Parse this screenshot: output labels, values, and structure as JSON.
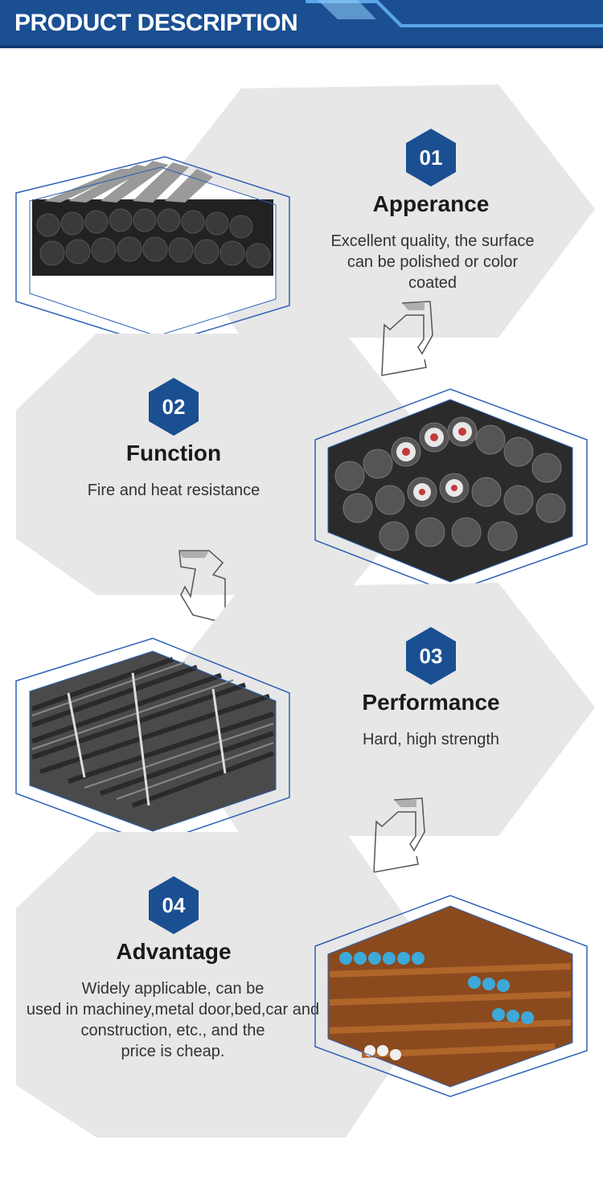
{
  "header": {
    "title": "PRODUCT DESCRIPTION"
  },
  "colors": {
    "brand_blue": "#1a4f92",
    "frame_blue": "#2d61b6",
    "bg_gray": "#e7e7e7"
  },
  "items": [
    {
      "number": "01",
      "title": "Apperance",
      "description": [
        "Excellent quality, the surface",
        "can be polished or color",
        "coated"
      ]
    },
    {
      "number": "02",
      "title": "Function",
      "description": [
        "Fire and heat resistance"
      ]
    },
    {
      "number": "03",
      "title": "Performance",
      "description": [
        "Hard, high strength"
      ]
    },
    {
      "number": "04",
      "title": "Advantage",
      "description": [
        "Widely applicable, can be",
        "used in machiney,metal door,bed,car and",
        "construction, etc., and the",
        "price is cheap."
      ]
    }
  ],
  "icons": [
    "hexagon-badge-icon",
    "curved-arrow-icon"
  ]
}
